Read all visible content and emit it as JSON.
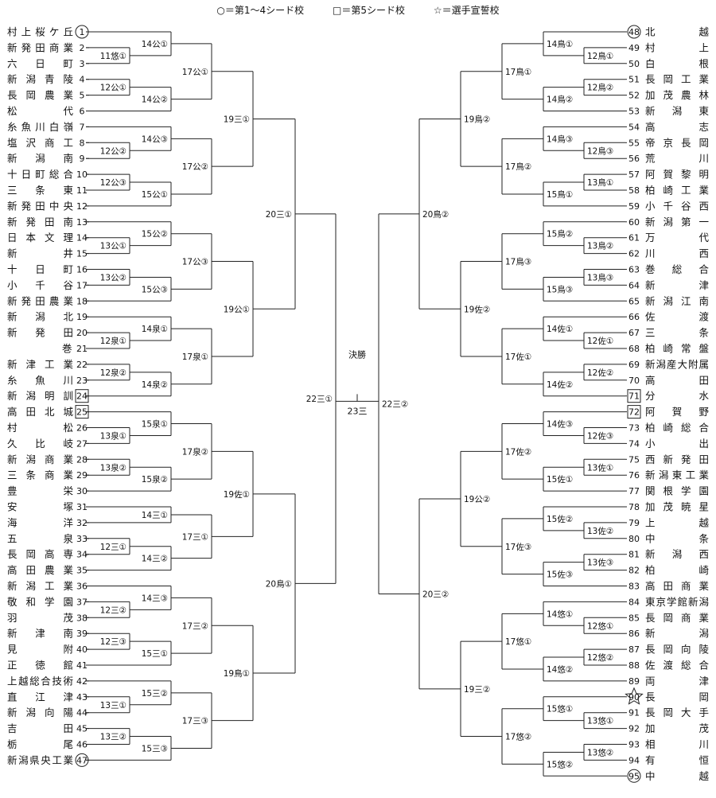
{
  "legend": [
    "○＝第1～4シード校",
    "□＝第5シード校",
    "☆＝選手宣誓校"
  ],
  "left_teams": [
    {
      "no": "1",
      "name": "村上桜ケ丘",
      "mark": "circle"
    },
    {
      "no": "2",
      "name": "新発田商業"
    },
    {
      "no": "3",
      "name": "六日町"
    },
    {
      "no": "4",
      "name": "新潟青陵"
    },
    {
      "no": "5",
      "name": "長岡農業"
    },
    {
      "no": "6",
      "name": "松代"
    },
    {
      "no": "7",
      "name": "糸魚川白嶺"
    },
    {
      "no": "8",
      "name": "塩沢商工"
    },
    {
      "no": "9",
      "name": "新潟南"
    },
    {
      "no": "10",
      "name": "十日町総合"
    },
    {
      "no": "11",
      "name": "三条東"
    },
    {
      "no": "12",
      "name": "新発田中央"
    },
    {
      "no": "13",
      "name": "新発田南"
    },
    {
      "no": "14",
      "name": "日本文理"
    },
    {
      "no": "15",
      "name": "新井"
    },
    {
      "no": "16",
      "name": "十日町"
    },
    {
      "no": "17",
      "name": "小千谷"
    },
    {
      "no": "18",
      "name": "新発田農業"
    },
    {
      "no": "19",
      "name": "新潟北"
    },
    {
      "no": "20",
      "name": "新発田"
    },
    {
      "no": "21",
      "name": "巻"
    },
    {
      "no": "22",
      "name": "新津工業"
    },
    {
      "no": "23",
      "name": "糸魚川"
    },
    {
      "no": "24",
      "name": "新潟明訓",
      "mark": "box"
    },
    {
      "no": "25",
      "name": "高田北城",
      "mark": "box"
    },
    {
      "no": "26",
      "name": "村松"
    },
    {
      "no": "27",
      "name": "久比岐"
    },
    {
      "no": "28",
      "name": "新潟商業"
    },
    {
      "no": "29",
      "name": "三条商業"
    },
    {
      "no": "30",
      "name": "豊栄"
    },
    {
      "no": "31",
      "name": "安塚"
    },
    {
      "no": "32",
      "name": "海洋"
    },
    {
      "no": "33",
      "name": "五泉"
    },
    {
      "no": "34",
      "name": "長岡高専"
    },
    {
      "no": "35",
      "name": "高田農業"
    },
    {
      "no": "36",
      "name": "新潟工業"
    },
    {
      "no": "37",
      "name": "敬和学園"
    },
    {
      "no": "38",
      "name": "羽茂"
    },
    {
      "no": "39",
      "name": "新津南"
    },
    {
      "no": "40",
      "name": "見附"
    },
    {
      "no": "41",
      "name": "正徳館"
    },
    {
      "no": "42",
      "name": "上越総合技術"
    },
    {
      "no": "43",
      "name": "直江津"
    },
    {
      "no": "44",
      "name": "新潟向陽"
    },
    {
      "no": "45",
      "name": "吉田"
    },
    {
      "no": "46",
      "name": "栃尾"
    },
    {
      "no": "47",
      "name": "新潟県央工業",
      "mark": "circle"
    }
  ],
  "right_teams": [
    {
      "no": "48",
      "name": "北越",
      "mark": "circle"
    },
    {
      "no": "49",
      "name": "村上"
    },
    {
      "no": "50",
      "name": "白根"
    },
    {
      "no": "51",
      "name": "長岡工業"
    },
    {
      "no": "52",
      "name": "加茂農林"
    },
    {
      "no": "53",
      "name": "新潟東"
    },
    {
      "no": "54",
      "name": "高志"
    },
    {
      "no": "55",
      "name": "帝京長岡"
    },
    {
      "no": "56",
      "name": "荒川"
    },
    {
      "no": "57",
      "name": "阿賀黎明"
    },
    {
      "no": "58",
      "name": "柏崎工業"
    },
    {
      "no": "59",
      "name": "小千谷西"
    },
    {
      "no": "60",
      "name": "新潟第一"
    },
    {
      "no": "61",
      "name": "万代"
    },
    {
      "no": "62",
      "name": "川西"
    },
    {
      "no": "63",
      "name": "巻総合"
    },
    {
      "no": "64",
      "name": "新津"
    },
    {
      "no": "65",
      "name": "新潟江南"
    },
    {
      "no": "66",
      "name": "佐渡"
    },
    {
      "no": "67",
      "name": "三条"
    },
    {
      "no": "68",
      "name": "柏崎常盤"
    },
    {
      "no": "69",
      "name": "新潟産大附属"
    },
    {
      "no": "70",
      "name": "高田"
    },
    {
      "no": "71",
      "name": "分水",
      "mark": "box"
    },
    {
      "no": "72",
      "name": "阿賀野",
      "mark": "box"
    },
    {
      "no": "73",
      "name": "柏崎総合"
    },
    {
      "no": "74",
      "name": "小出"
    },
    {
      "no": "75",
      "name": "西新発田"
    },
    {
      "no": "76",
      "name": "新潟東工業"
    },
    {
      "no": "77",
      "name": "関根学園"
    },
    {
      "no": "78",
      "name": "加茂暁星"
    },
    {
      "no": "79",
      "name": "上越"
    },
    {
      "no": "80",
      "name": "中条"
    },
    {
      "no": "81",
      "name": "新潟西"
    },
    {
      "no": "82",
      "name": "柏崎"
    },
    {
      "no": "83",
      "name": "高田商業"
    },
    {
      "no": "84",
      "name": "東京学館新潟"
    },
    {
      "no": "85",
      "name": "長岡商業"
    },
    {
      "no": "86",
      "name": "新潟"
    },
    {
      "no": "87",
      "name": "長岡向陵"
    },
    {
      "no": "88",
      "name": "佐渡総合"
    },
    {
      "no": "89",
      "name": "両津"
    },
    {
      "no": "90",
      "name": "長岡",
      "mark": "star"
    },
    {
      "no": "91",
      "name": "長岡大手"
    },
    {
      "no": "92",
      "name": "加茂"
    },
    {
      "no": "93",
      "name": "相川"
    },
    {
      "no": "94",
      "name": "有恒"
    },
    {
      "no": "95",
      "name": "中越",
      "mark": "circle"
    }
  ],
  "left_games": {
    "r1": [
      {
        "a": 2,
        "b": 3,
        "label": "11悠①"
      },
      {
        "a": 4,
        "b": 5,
        "label": "12公①"
      },
      {
        "a": 8,
        "b": 9,
        "label": "12公②"
      },
      {
        "a": 10,
        "b": 11,
        "label": "12公③"
      },
      {
        "a": 14,
        "b": 15,
        "label": "13公①"
      },
      {
        "a": 16,
        "b": 17,
        "label": "13公②"
      },
      {
        "a": 20,
        "b": 21,
        "label": "12泉①"
      },
      {
        "a": 22,
        "b": 23,
        "label": "12泉②"
      },
      {
        "a": 26,
        "b": 27,
        "label": "13泉①"
      },
      {
        "a": 28,
        "b": 29,
        "label": "13泉②"
      },
      {
        "a": 33,
        "b": 34,
        "label": "12三①"
      },
      {
        "a": 37,
        "b": 38,
        "label": "12三②"
      },
      {
        "a": 39,
        "b": 40,
        "label": "12三③"
      },
      {
        "a": 43,
        "b": 44,
        "label": "13三①"
      },
      {
        "a": 45,
        "b": 46,
        "label": "13三②"
      }
    ],
    "r2": [
      {
        "a": "T1",
        "b": "G0",
        "label": "14公①"
      },
      {
        "a": "G1",
        "b": "T6",
        "label": "14公②"
      },
      {
        "a": "T7",
        "b": "G2",
        "label": "14公③"
      },
      {
        "a": "G3",
        "b": "T12",
        "label": "15公①"
      },
      {
        "a": "T13",
        "b": "G4",
        "label": "15公②"
      },
      {
        "a": "G5",
        "b": "T18",
        "label": "15公③"
      },
      {
        "a": "T19",
        "b": "G6",
        "label": "14泉①"
      },
      {
        "a": "G7",
        "b": "T24",
        "label": "14泉②"
      },
      {
        "a": "T25",
        "b": "G8",
        "label": "15泉①"
      },
      {
        "a": "G9",
        "b": "T30",
        "label": "15泉②"
      },
      {
        "a": "T31",
        "b": "T32",
        "label": "14三①"
      },
      {
        "a": "G10",
        "b": "T35",
        "label": "14三②"
      },
      {
        "a": "T36",
        "b": "G11",
        "label": "14三③"
      },
      {
        "a": "G12",
        "b": "T41",
        "label": "15三①"
      },
      {
        "a": "T42",
        "b": "G13",
        "label": "15三②"
      },
      {
        "a": "G14",
        "b": "T47",
        "label": "15三③"
      }
    ],
    "r3": [
      "17公①",
      "17公②",
      "17公③",
      "17泉①",
      "17泉②",
      "17三①",
      "17三②",
      "17三③"
    ],
    "r4": [
      "19三①",
      "19公①",
      "19佐①",
      "19鳥①"
    ],
    "r5": [
      "20三①",
      "20鳥①"
    ],
    "r6": [
      "22三①"
    ]
  },
  "right_games": {
    "r1": [
      {
        "a": 49,
        "b": 50,
        "label": "12鳥①"
      },
      {
        "a": 51,
        "b": 52,
        "label": "12鳥②"
      },
      {
        "a": 55,
        "b": 56,
        "label": "12鳥③"
      },
      {
        "a": 57,
        "b": 58,
        "label": "13鳥①"
      },
      {
        "a": 61,
        "b": 62,
        "label": "13鳥②"
      },
      {
        "a": 63,
        "b": 64,
        "label": "13鳥③"
      },
      {
        "a": 67,
        "b": 68,
        "label": "12佐①"
      },
      {
        "a": 69,
        "b": 70,
        "label": "12佐②"
      },
      {
        "a": 73,
        "b": 74,
        "label": "12佐③"
      },
      {
        "a": 75,
        "b": 76,
        "label": "13佐①"
      },
      {
        "a": 79,
        "b": 80,
        "label": "13佐②"
      },
      {
        "a": 81,
        "b": 82,
        "label": "13佐③"
      },
      {
        "a": 85,
        "b": 86,
        "label": "12悠①"
      },
      {
        "a": 87,
        "b": 88,
        "label": "12悠②"
      },
      {
        "a": 91,
        "b": 92,
        "label": "13悠①"
      },
      {
        "a": 93,
        "b": 94,
        "label": "13悠②"
      }
    ],
    "r2": [
      {
        "a": "T48",
        "b": "G0",
        "label": "14鳥①"
      },
      {
        "a": "G1",
        "b": "T53",
        "label": "14鳥②"
      },
      {
        "a": "T54",
        "b": "G2",
        "label": "14鳥③"
      },
      {
        "a": "G3",
        "b": "T59",
        "label": "15鳥①"
      },
      {
        "a": "T60",
        "b": "G4",
        "label": "15鳥②"
      },
      {
        "a": "G5",
        "b": "T65",
        "label": "15鳥③"
      },
      {
        "a": "T66",
        "b": "G6",
        "label": "14佐①"
      },
      {
        "a": "G7",
        "b": "T71",
        "label": "14佐②"
      },
      {
        "a": "T72",
        "b": "G8",
        "label": "14佐③"
      },
      {
        "a": "G9",
        "b": "T77",
        "label": "15佐①"
      },
      {
        "a": "T78",
        "b": "G10",
        "label": "15佐②"
      },
      {
        "a": "G11",
        "b": "T83",
        "label": "15佐③"
      },
      {
        "a": "T84",
        "b": "G12",
        "label": "14悠①"
      },
      {
        "a": "G13",
        "b": "T89",
        "label": "14悠②"
      },
      {
        "a": "T90",
        "b": "G14",
        "label": "15悠①"
      },
      {
        "a": "G15",
        "b": "T95",
        "label": "15悠②"
      }
    ],
    "r3": [
      "17鳥①",
      "17鳥②",
      "17鳥③",
      "17佐①",
      "17佐②",
      "17佐③",
      "17悠①",
      "17悠②"
    ],
    "r4": [
      "19鳥②",
      "19佐②",
      "19公②",
      "19三②"
    ],
    "r5": [
      "20鳥②",
      "20三②"
    ],
    "r6": [
      "22三②"
    ]
  },
  "final": {
    "title": "決勝",
    "label": "23三"
  }
}
